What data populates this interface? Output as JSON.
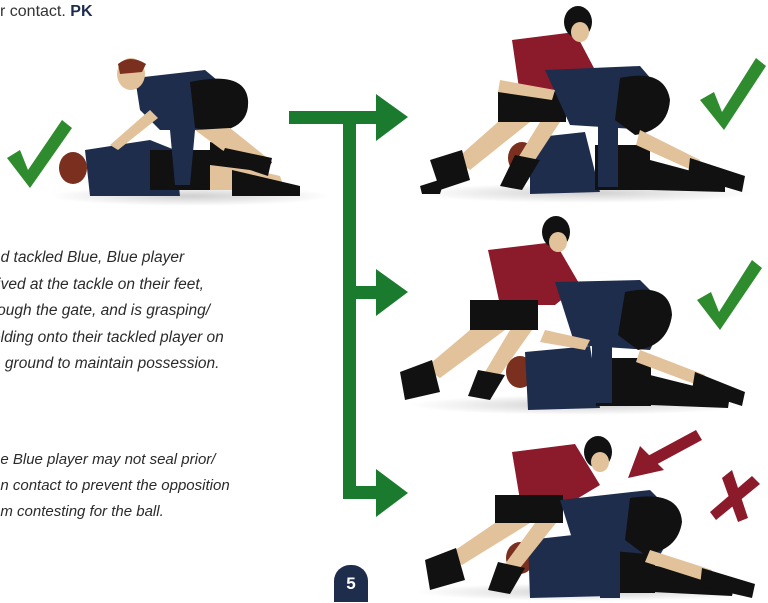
{
  "top_text": {
    "prefix": "r contact.",
    "code": "PK"
  },
  "description": "ed tackled Blue, Blue player rived at the tackle on their feet, rough the gate, and is grasping/ olding onto their tackled player on e ground to maintain possession.",
  "description_lines": [
    "ed tackled Blue, Blue player",
    "rived at the tackle on their feet,",
    "rough the gate, and is grasping/",
    "olding onto their tackled player on",
    "e ground to maintain possession."
  ],
  "note_lines": [
    "he Blue player may not seal prior/",
    "on contact to prevent the opposition",
    "om contesting for the ball."
  ],
  "page_number": "5",
  "colors": {
    "blue_team": "#1f2d4d",
    "red_team": "#8b1a2b",
    "skin": "#e2c29a",
    "arrow": "#1a7a2e",
    "tick": "#2e8b2e",
    "cross": "#8b1a2b"
  },
  "icons": {
    "correct": "check-mark-icon",
    "incorrect": "cross-mark-icon"
  }
}
